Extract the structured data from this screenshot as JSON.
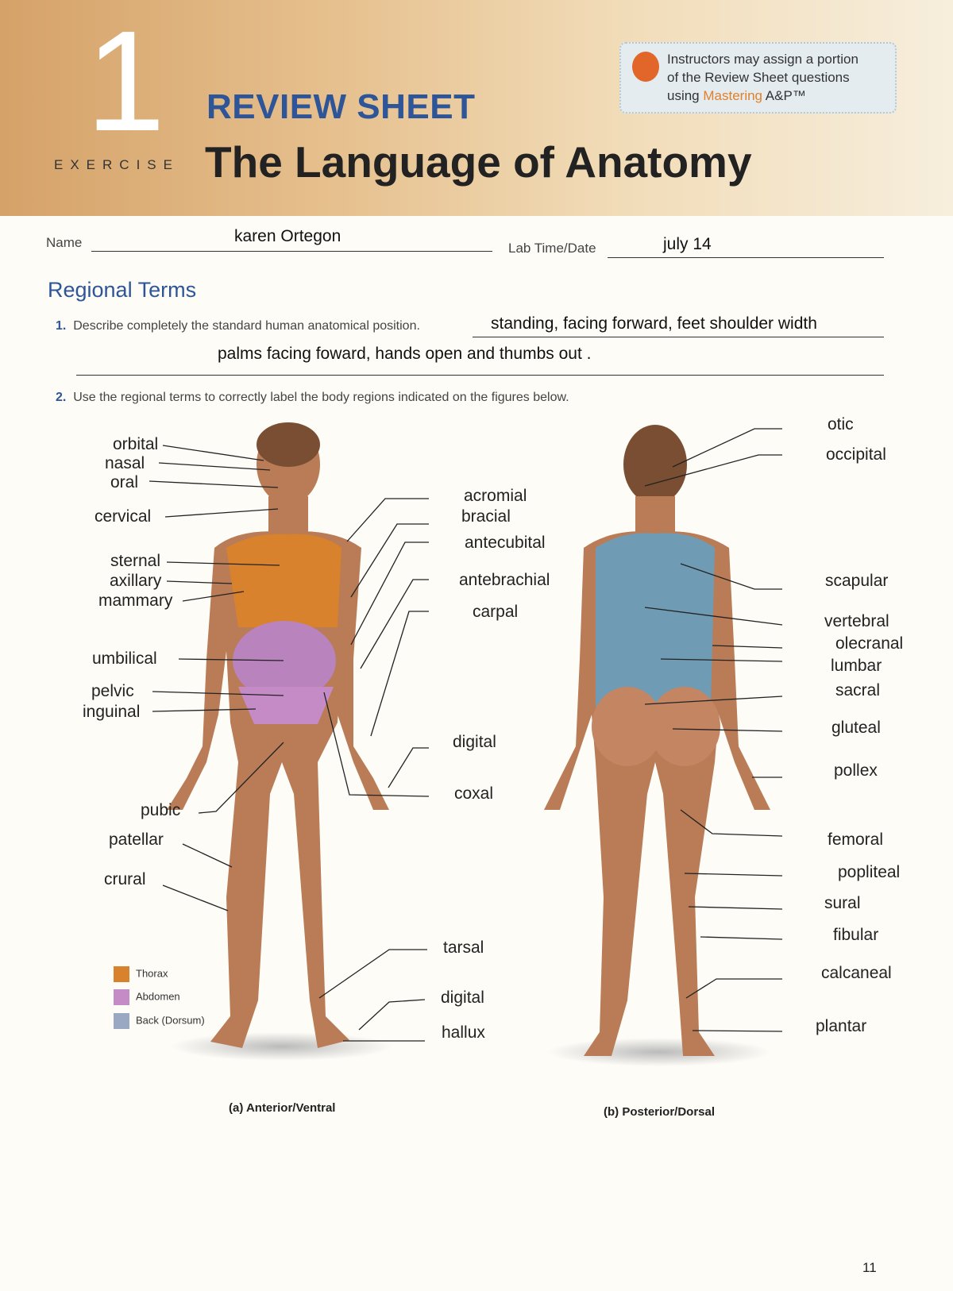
{
  "header": {
    "exercise_number": "1",
    "exercise_label": "EXERCISE",
    "review_sheet": "REVIEW SHEET",
    "title": "The Language of Anatomy",
    "callout": {
      "line1": "Instructors may assign a portion",
      "line2": "of the Review Sheet questions",
      "line3_prefix": "using ",
      "brand": "Mastering",
      "suffix": " A&P™"
    }
  },
  "form": {
    "name_label": "Name",
    "name_value": "karen Ortegon",
    "labtime_label": "Lab Time/Date",
    "labtime_value": "july 14"
  },
  "section_title": "Regional Terms",
  "questions": [
    {
      "number": "1.",
      "text": "Describe completely the standard human anatomical position.",
      "answer_line1": "standing, facing forward, feet shoulder width",
      "answer_line2": "palms facing foward, hands open and thumbs  out ."
    },
    {
      "number": "2.",
      "text": "Use the regional terms to correctly label the body regions indicated on the figures below."
    }
  ],
  "anterior_labels": [
    "orbital",
    "nasal",
    "oral",
    "cervical",
    "sternal",
    "axillary",
    "mammary",
    "umbilical",
    "pelvic",
    "inguinal",
    "pubic",
    "patellar",
    "crural",
    "acromial",
    "bracial",
    "antecubital",
    "antebrachial",
    "carpal",
    "digital",
    "coxal",
    "tarsal",
    "digital",
    "hallux"
  ],
  "posterior_labels": [
    "otic",
    "occipital",
    "scapular",
    "vertebral",
    "olecranal",
    "lumbar",
    "sacral",
    "gluteal",
    "pollex",
    "femoral",
    "popliteal",
    "sural",
    "fibular",
    "calcaneal",
    "plantar"
  ],
  "legend": [
    {
      "label": "Thorax",
      "color": "#d9822e"
    },
    {
      "label": "Abdomen",
      "color": "#c58bc6"
    },
    {
      "label": "Back (Dorsum)",
      "color": "#9aa8c4"
    }
  ],
  "captions": {
    "anterior": "(a) Anterior/Ventral",
    "posterior": "(b) Posterior/Dorsal"
  },
  "page_number": "11",
  "colors": {
    "skin": "#b97c57",
    "thorax": "#d9822e",
    "abdomen": "#b983be",
    "back": "#6f9cb4",
    "heading_blue": "#2e5597"
  }
}
